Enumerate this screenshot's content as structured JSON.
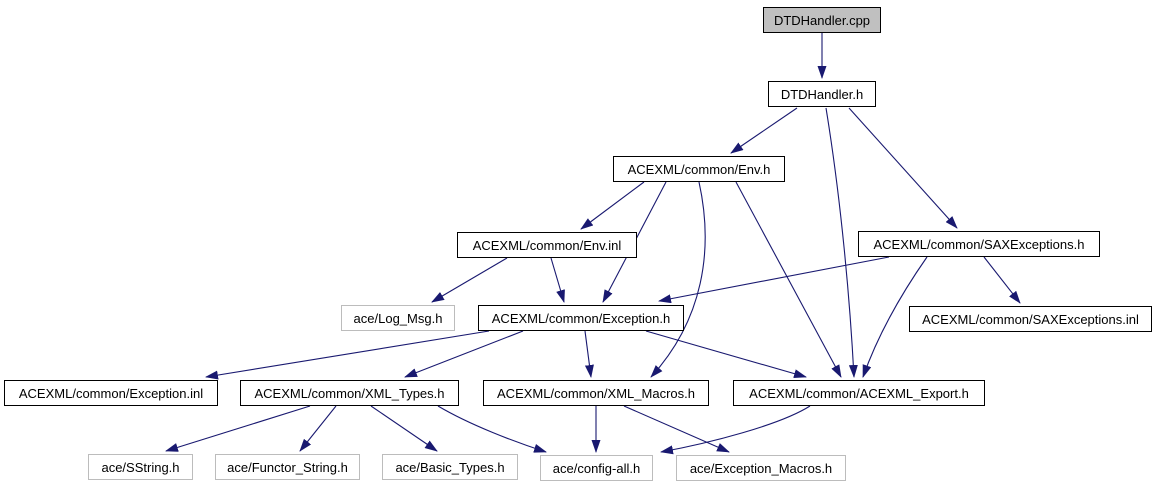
{
  "diagram": {
    "type": "doxygen-include-dependency-graph",
    "root": "DTDHandler.cpp",
    "edge_color": "#191970",
    "linked_border_color": "#000000",
    "plain_border_color": "#bcbcbc",
    "node_fill": "#ffffff",
    "root_fill": "#c0c0c0",
    "text_color": "#000000"
  },
  "nodes": {
    "dtdhandler_cpp": {
      "label": "DTDHandler.cpp"
    },
    "dtdhandler_h": {
      "label": "DTDHandler.h"
    },
    "env_h": {
      "label": "ACEXML/common/Env.h"
    },
    "env_inl": {
      "label": "ACEXML/common/Env.inl"
    },
    "saxexceptions_h": {
      "label": "ACEXML/common/SAXExceptions.h"
    },
    "log_msg_h": {
      "label": "ace/Log_Msg.h"
    },
    "exception_h": {
      "label": "ACEXML/common/Exception.h"
    },
    "saxexceptions_inl": {
      "label": "ACEXML/common/SAXExceptions.inl"
    },
    "exception_inl": {
      "label": "ACEXML/common/Exception.inl"
    },
    "xml_types_h": {
      "label": "ACEXML/common/XML_Types.h"
    },
    "xml_macros_h": {
      "label": "ACEXML/common/XML_Macros.h"
    },
    "acexml_export_h": {
      "label": "ACEXML/common/ACEXML_Export.h"
    },
    "sstring_h": {
      "label": "ace/SString.h"
    },
    "functor_string_h": {
      "label": "ace/Functor_String.h"
    },
    "basic_types_h": {
      "label": "ace/Basic_Types.h"
    },
    "config_all_h": {
      "label": "ace/config-all.h"
    },
    "exception_macros_h": {
      "label": "ace/Exception_Macros.h"
    }
  },
  "edges": [
    {
      "from": "dtdhandler_cpp",
      "to": "dtdhandler_h"
    },
    {
      "from": "dtdhandler_h",
      "to": "env_h"
    },
    {
      "from": "dtdhandler_h",
      "to": "saxexceptions_h"
    },
    {
      "from": "dtdhandler_h",
      "to": "acexml_export_h"
    },
    {
      "from": "env_h",
      "to": "env_inl"
    },
    {
      "from": "env_h",
      "to": "exception_h"
    },
    {
      "from": "env_h",
      "to": "xml_macros_h"
    },
    {
      "from": "env_h",
      "to": "acexml_export_h"
    },
    {
      "from": "env_inl",
      "to": "log_msg_h"
    },
    {
      "from": "env_inl",
      "to": "exception_h"
    },
    {
      "from": "saxexceptions_h",
      "to": "exception_h"
    },
    {
      "from": "saxexceptions_h",
      "to": "saxexceptions_inl"
    },
    {
      "from": "saxexceptions_h",
      "to": "acexml_export_h"
    },
    {
      "from": "exception_h",
      "to": "exception_inl"
    },
    {
      "from": "exception_h",
      "to": "xml_types_h"
    },
    {
      "from": "exception_h",
      "to": "xml_macros_h"
    },
    {
      "from": "exception_h",
      "to": "acexml_export_h"
    },
    {
      "from": "xml_types_h",
      "to": "sstring_h"
    },
    {
      "from": "xml_types_h",
      "to": "functor_string_h"
    },
    {
      "from": "xml_types_h",
      "to": "basic_types_h"
    },
    {
      "from": "xml_types_h",
      "to": "config_all_h"
    },
    {
      "from": "xml_macros_h",
      "to": "config_all_h"
    },
    {
      "from": "xml_macros_h",
      "to": "exception_macros_h"
    },
    {
      "from": "acexml_export_h",
      "to": "config_all_h"
    }
  ]
}
